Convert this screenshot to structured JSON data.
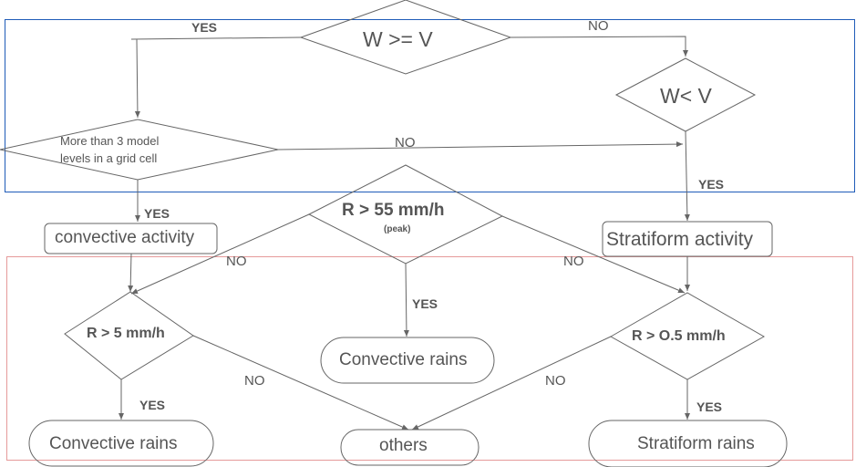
{
  "colors": {
    "line": "#666666",
    "text": "#555555",
    "top_region": "#1f5bb8",
    "bottom_region": "#e69a9a"
  },
  "decisions": {
    "w_ge_v": "W >= V",
    "w_lt_v": "W< V",
    "model_levels_line1": "More than 3 model",
    "model_levels_line2": "levels in a grid cell",
    "r_gt_55": "R > 55 mm/h",
    "r_gt_55_note": "(peak)",
    "r_gt_5": "R > 5 mm/h",
    "r_gt_05": "R > O.5 mm/h"
  },
  "processes": {
    "convective_activity": "convective activity",
    "stratiform_activity": "Stratiform activity"
  },
  "terminals": {
    "convective_rains_left": "Convective rains",
    "convective_rains_center": "Convective rains",
    "others": "others",
    "stratiform_rains": "Stratiform rains"
  },
  "edge_labels": {
    "yes": "YES",
    "no": "NO"
  }
}
